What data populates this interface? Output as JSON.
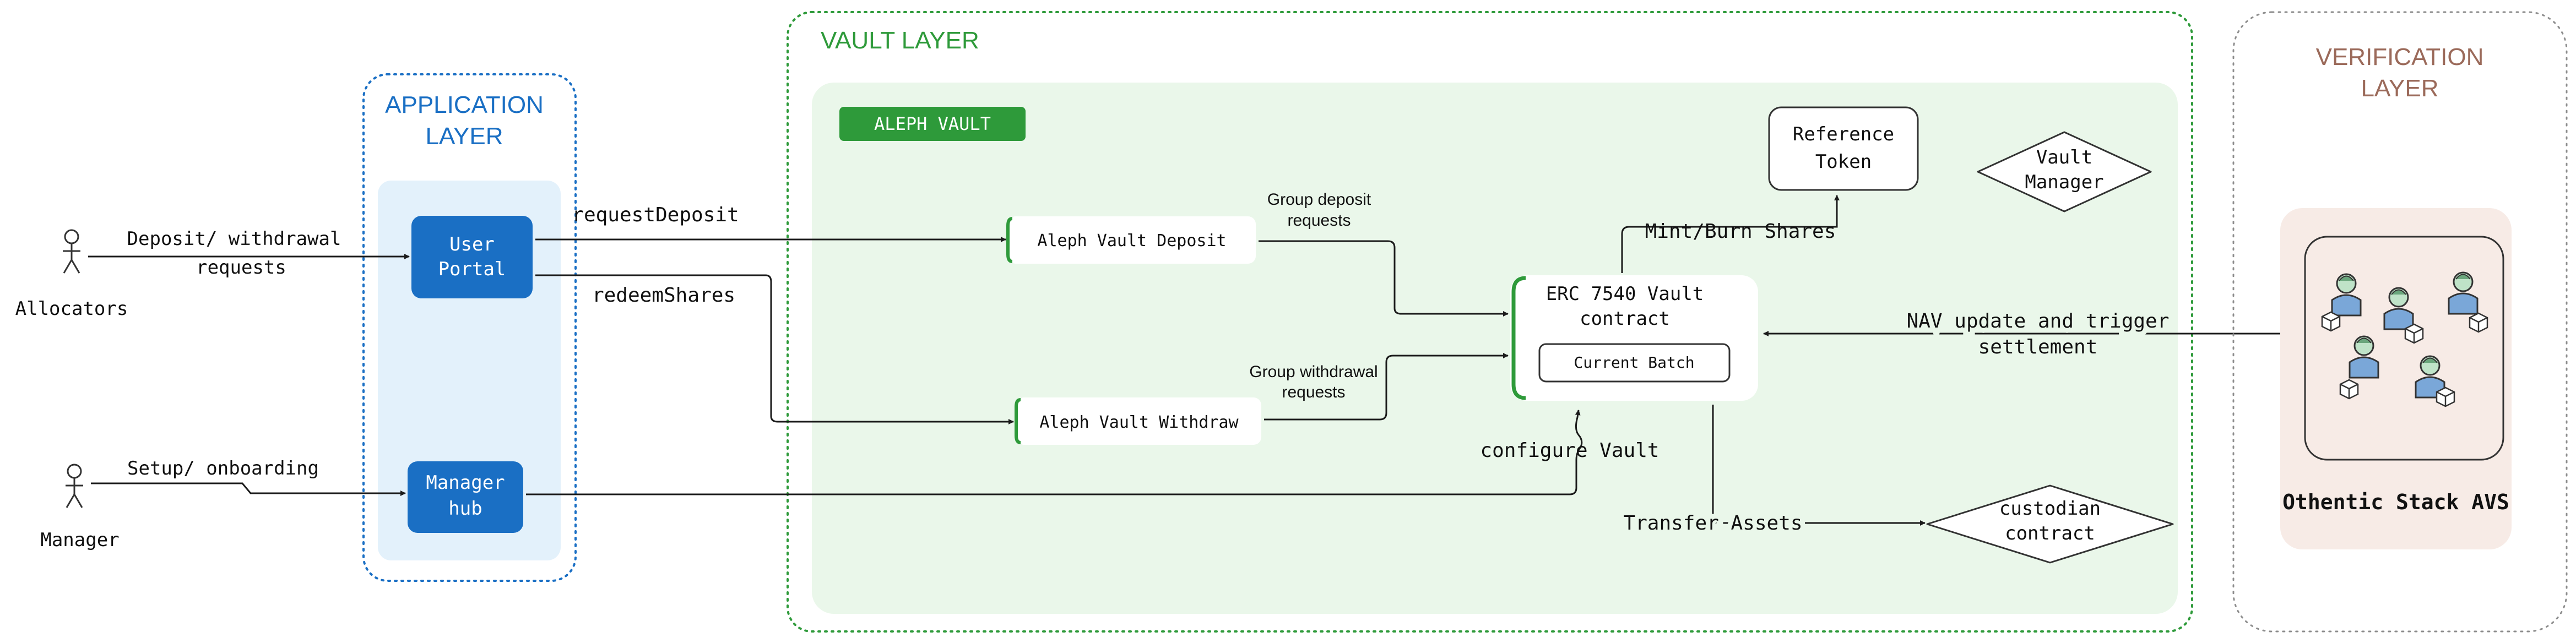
{
  "layers": {
    "application": {
      "title_line1": "APPLICATION",
      "title_line2": "LAYER"
    },
    "vault": {
      "title": "VAULT LAYER",
      "badge": "ALEPH VAULT"
    },
    "verification": {
      "title_line1": "VERIFICATION",
      "title_line2": "LAYER"
    }
  },
  "actors": {
    "allocators": "Allocators",
    "manager": "Manager"
  },
  "boxes": {
    "user_portal_line1": "User",
    "user_portal_line2": "Portal",
    "manager_hub_line1": "Manager",
    "manager_hub_line2": "hub",
    "deposit": "Aleph Vault Deposit",
    "withdraw": "Aleph Vault Withdraw",
    "erc_line1": "ERC 7540 Vault",
    "erc_line2": "contract",
    "current_batch": "Current Batch",
    "reference_token_line1": "Reference",
    "reference_token_line2": "Token",
    "vault_manager_line1": "Vault",
    "vault_manager_line2": "Manager",
    "custodian_line1": "custodian",
    "custodian_line2": "contract",
    "othentic": "Othentic Stack AVS"
  },
  "edges": {
    "deposit_withdrawal_line1": "Deposit/ withdrawal",
    "deposit_withdrawal_line2": "requests",
    "setup_onboarding": "Setup/ onboarding",
    "request_deposit": "requestDeposit",
    "redeem_shares": "redeemShares",
    "group_deposit_line1": "Group deposit",
    "group_deposit_line2": "requests",
    "group_withdrawal_line1": "Group withdrawal",
    "group_withdrawal_line2": "requests",
    "mint_burn": "Mint/Burn Shares",
    "nav_line1": "NAV update and trigger",
    "nav_line2": "settlement",
    "configure_vault": "configure Vault",
    "transfer_assets": "Transfer Assets"
  },
  "colors": {
    "app_blue": "#1a6fc4",
    "app_fill": "#e3f1fb",
    "vault_green": "#2e9a3a",
    "vault_fill": "#eaf7ea",
    "verification_brown": "#9b6a5a",
    "verification_fill": "#f7ebe6"
  }
}
